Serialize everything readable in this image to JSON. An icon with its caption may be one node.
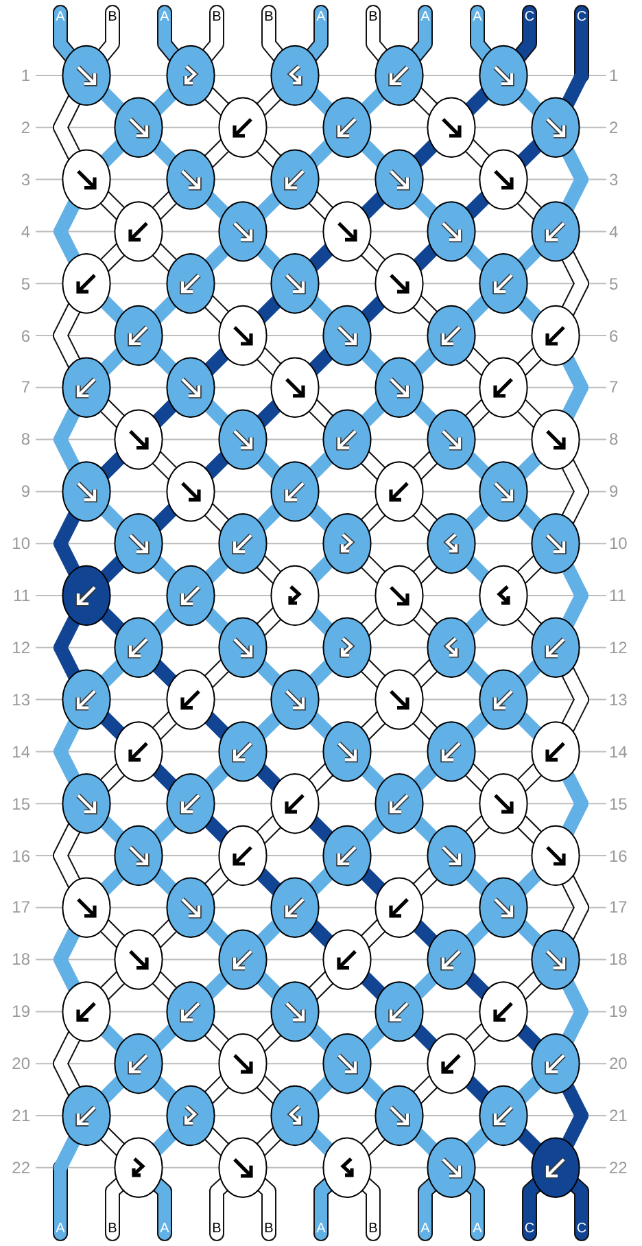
{
  "diagram": {
    "labels": [
      "A",
      "B",
      "A",
      "B",
      "B",
      "A",
      "B",
      "A",
      "A",
      "C",
      "C",
      "1",
      "1",
      "2",
      "2",
      "3",
      "3",
      "4",
      "4",
      "5",
      "5",
      "6",
      "6",
      "7",
      "7",
      "8",
      "8",
      "9",
      "9",
      "10",
      "10",
      "11",
      "11",
      "12",
      "12",
      "13",
      "13",
      "14",
      "14",
      "15",
      "15",
      "16",
      "16",
      "17",
      "17",
      "18",
      "18",
      "19",
      "19",
      "20",
      "20",
      "21",
      "21",
      "22",
      "22",
      "A",
      "B",
      "A",
      "B",
      "B",
      "A",
      "B",
      "A",
      "A",
      "C",
      "C"
    ]
  }
}
